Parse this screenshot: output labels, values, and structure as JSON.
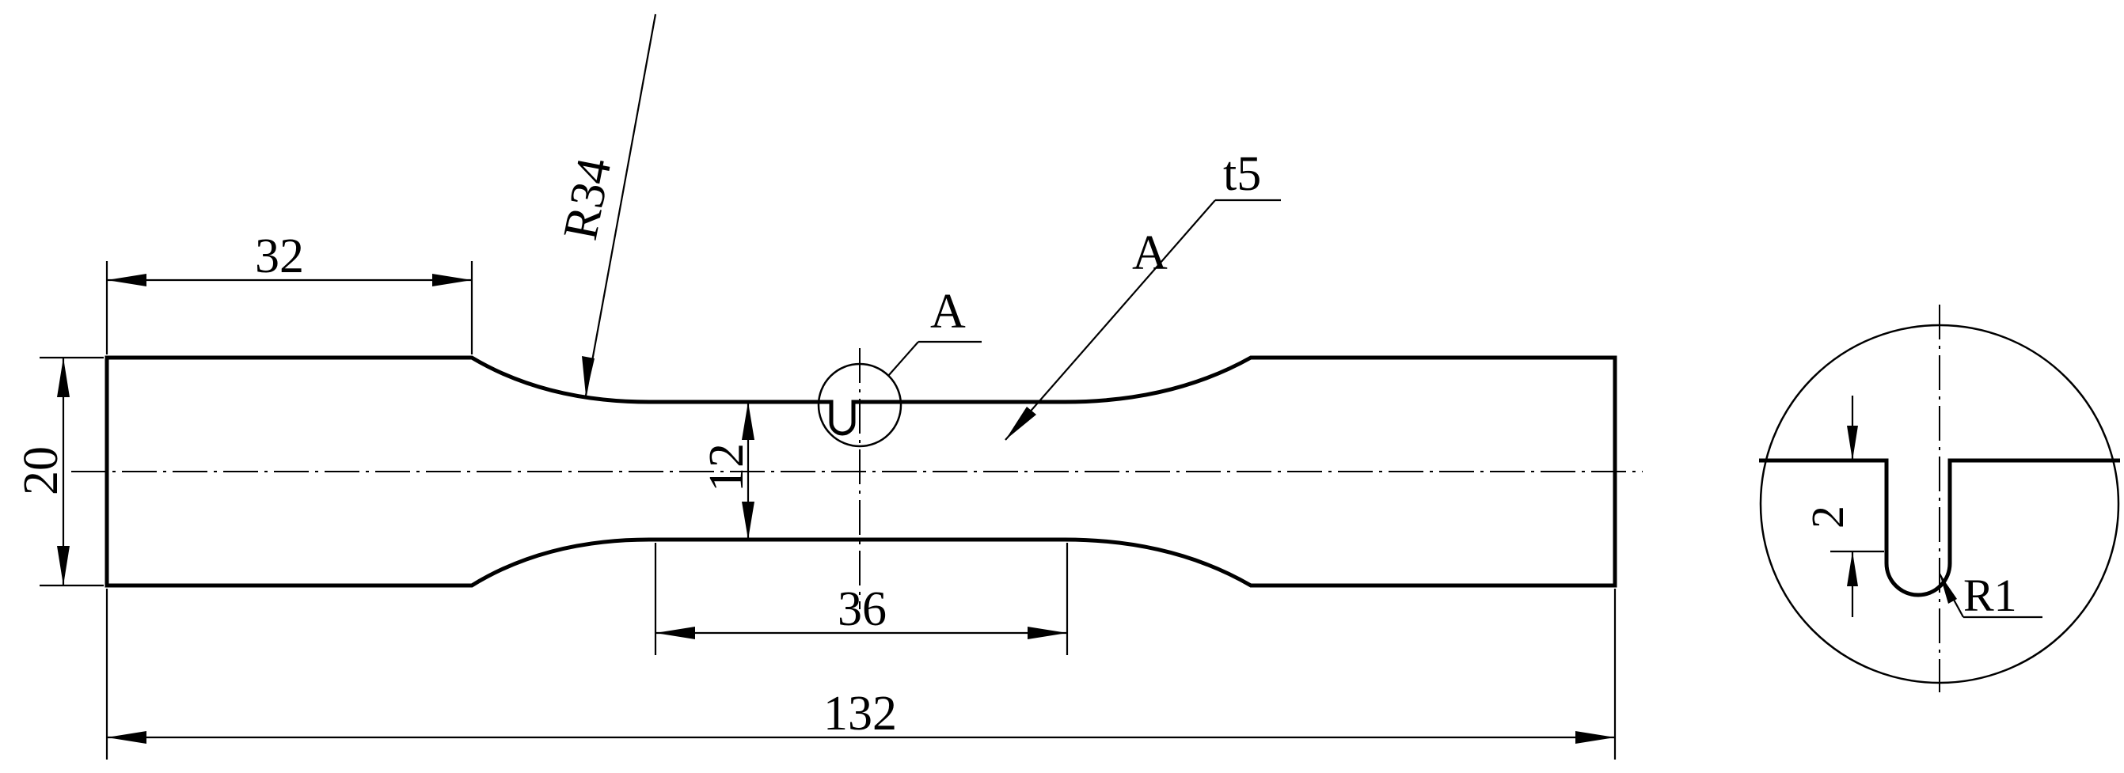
{
  "drawing": {
    "dimensions": {
      "grip_length": "32",
      "grip_width": "20",
      "gauge_radius": "R34",
      "thickness": "t5",
      "gauge_width": "12",
      "gauge_length": "36",
      "total_length": "132"
    },
    "detail": {
      "callout": "A",
      "title": "A",
      "notch_depth": "2",
      "notch_radius": "R1"
    }
  }
}
